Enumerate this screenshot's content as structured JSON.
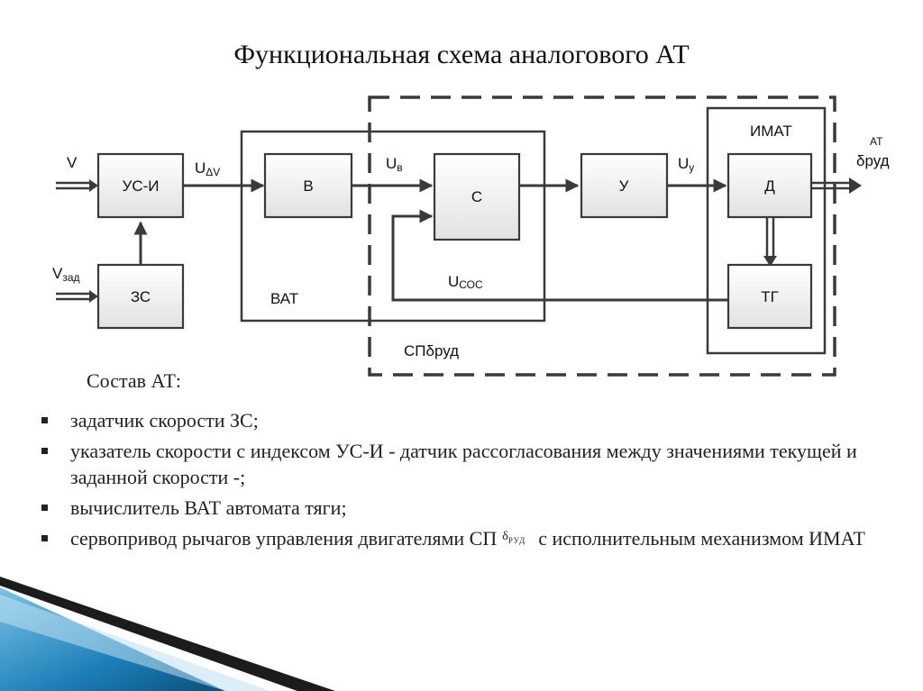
{
  "title": "Функциональная схема аналогового АТ",
  "diagram": {
    "blocks": {
      "usi": "УС-И",
      "zs": "ЗС",
      "v": "В",
      "c": "С",
      "u": "У",
      "d": "Д",
      "tg": "ТГ"
    },
    "signals": {
      "v_in": "V",
      "v_zad_main": "V",
      "v_zad_sub": "зад",
      "u_dv_main": "U",
      "u_dv_sub": "ΔV",
      "u_v_main": "U",
      "u_v_sub": "в",
      "u_y_main": "U",
      "u_y_sub": "у",
      "u_coc_main": "U",
      "u_coc_sub": "СОС",
      "at_out_sup": "АТ",
      "at_out_delta": "δ",
      "at_out_sub": "руд"
    },
    "groups": {
      "vat": "ВАТ",
      "imat": "ИМАТ",
      "sp_main": "СПδ",
      "sp_sub": "руд"
    }
  },
  "composition_heading": "Состав АТ:",
  "items": [
    "задатчик скорости ЗС;",
    "указатель скорости с индексом УС-И - датчик рассогласования между значениями текущей и заданной скорости -;",
    "вычислитель ВАТ автомата тяги;"
  ],
  "item4": {
    "before": "сервопривод рычагов управления двигателями СП",
    "delta": "δ",
    "delta_sub": "РУД",
    "after": "с исполнительным механизмом ИМАТ"
  },
  "colors": {
    "block_fill_top": "#ffffff",
    "block_fill_bottom": "#e2e2e2",
    "line": "#3a3a3a",
    "accent_blue": "#1d7fb8"
  }
}
